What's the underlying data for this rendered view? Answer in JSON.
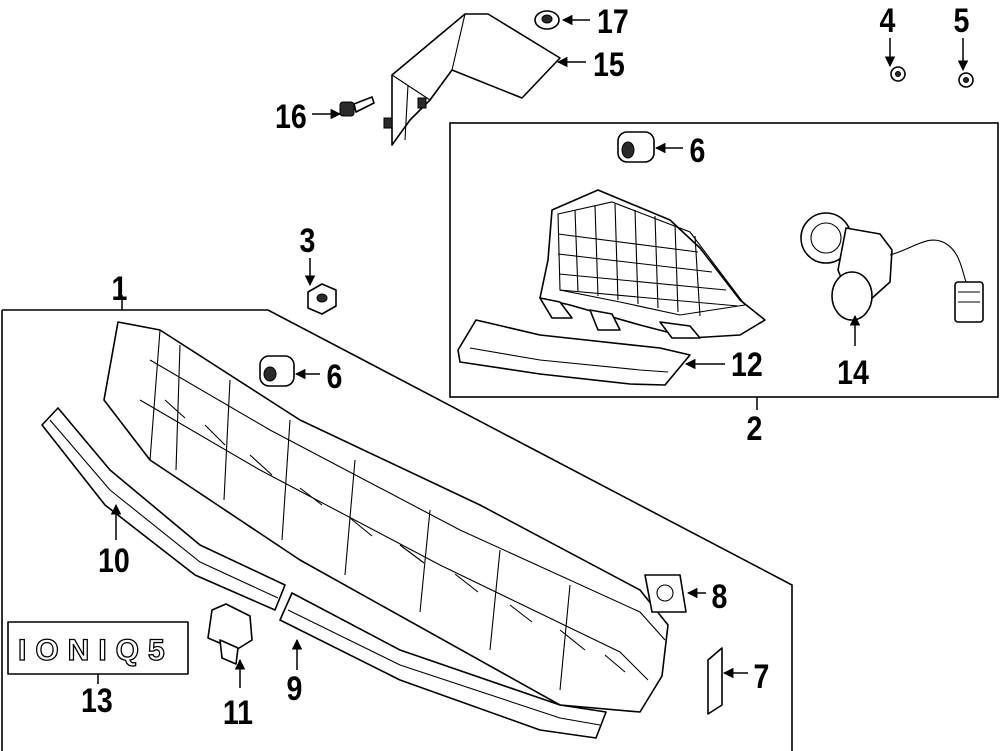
{
  "callouts": {
    "c1": "1",
    "c2": "2",
    "c3": "3",
    "c4": "4",
    "c5": "5",
    "c6a": "6",
    "c6b": "6",
    "c7": "7",
    "c8": "8",
    "c9": "9",
    "c10": "10",
    "c11": "11",
    "c12": "12",
    "c13": "13",
    "c14": "14",
    "c15": "15",
    "c16": "16",
    "c17": "17"
  },
  "emblem": {
    "text": "IONIQ5"
  }
}
